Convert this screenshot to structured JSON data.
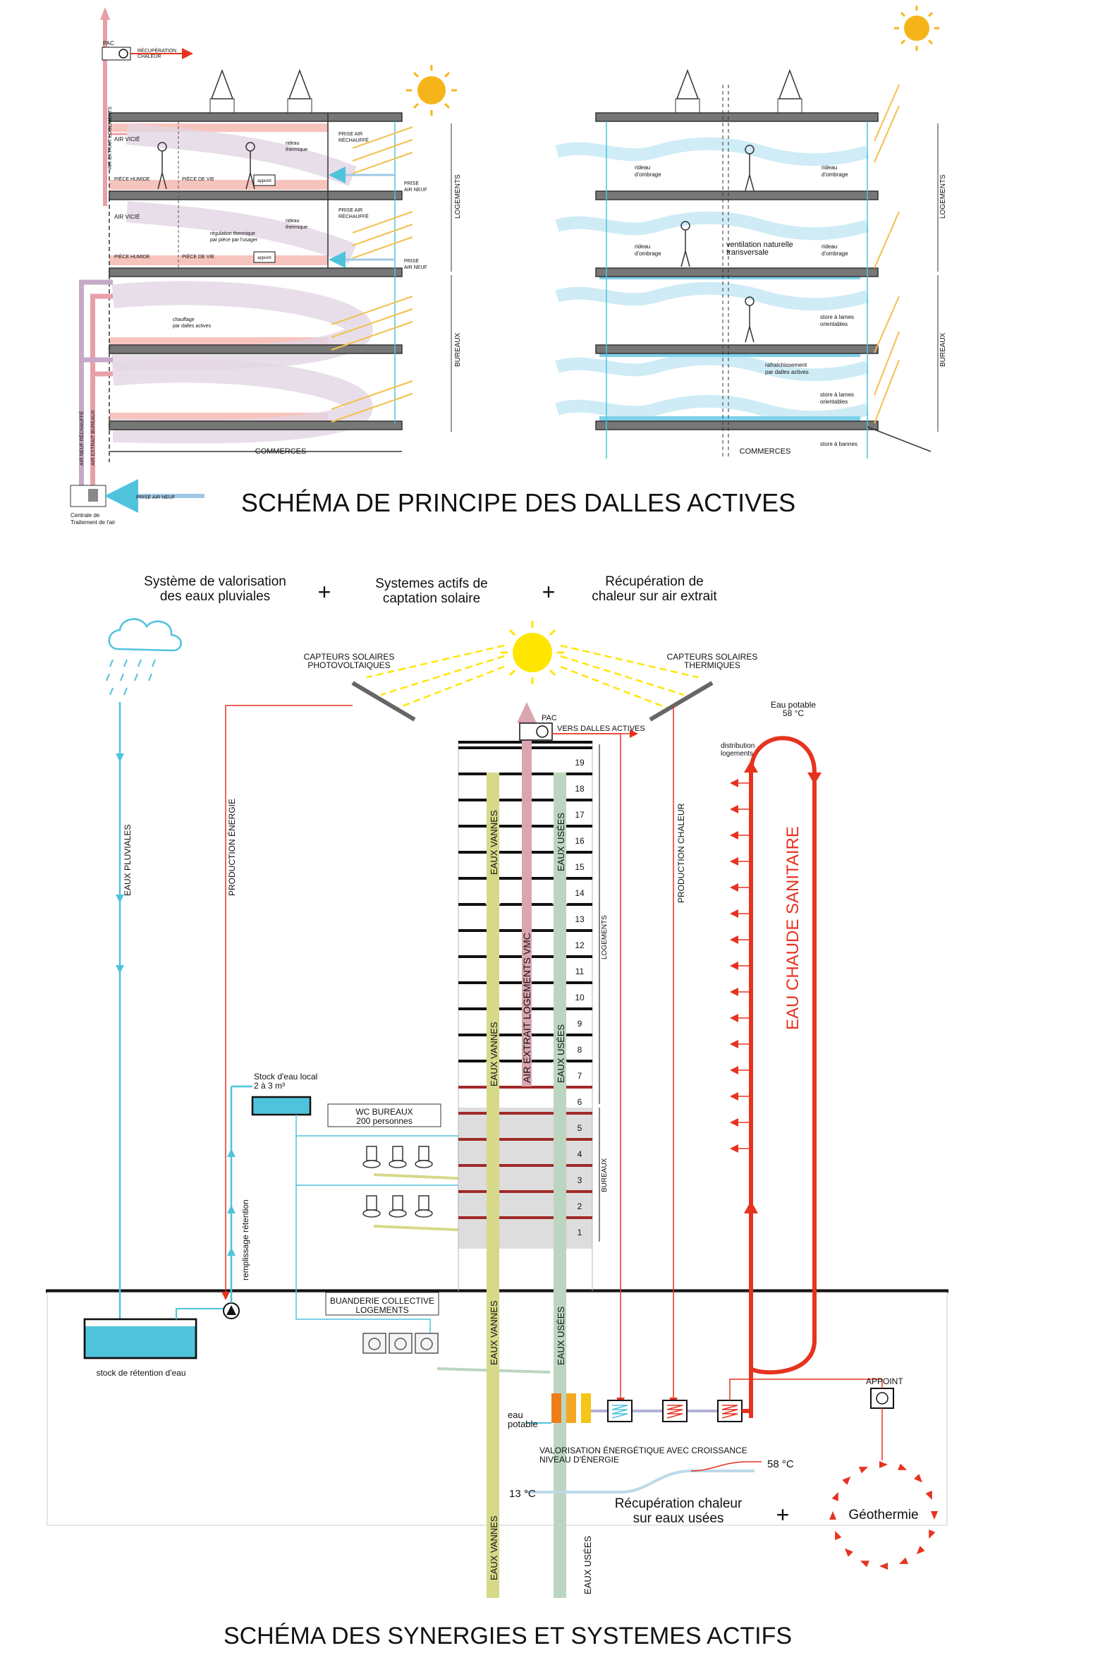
{
  "section1": {
    "title": "SCHÉMA DE PRINCIPE DES DALLES ACTIVES",
    "left": {
      "pac": "PAC",
      "recup": [
        "RÉCUPÉRATION",
        "CHALEUR"
      ],
      "air_extrait_logements": "AIR EXTRAIT LOGEMENTS",
      "air_vicie": "AIR VICIÉ",
      "piece_humide": "PIÈCE HUMIDE",
      "piece_de_vie": "PIÈCE DE VIE",
      "rideau_thermique": [
        "rideau",
        "thermique"
      ],
      "appoint": "appoint",
      "prise_air_rechauffe_1": [
        "PRISE AIR",
        "RÉCHAUFFÉ"
      ],
      "prise_air_rechauffe_2": [
        "PRISE AIR",
        "RÉCHAUFFÉ"
      ],
      "prise_air_neuf": [
        "PRISE",
        "AIR NEUF"
      ],
      "regulation": [
        "régulation thermique",
        "par pièce par l'usager"
      ],
      "chauffage": [
        "chauffage",
        "par dalles actives"
      ],
      "commerces": "COMMERCES",
      "air_neuf_rechauffe": "AIR NEUF RÉCHAUFFÉ",
      "air_extrait_bureaux": "AIR EXTRAIT BUREAUX",
      "prise_air_neuf_bottom": "PRISE AIR NEUF",
      "centrale": [
        "Centrale de",
        "Traitement de l'air"
      ],
      "logements": "LOGEMENTS",
      "bureaux": "BUREAUX"
    },
    "right": {
      "rideau_ombrage": [
        "rideau",
        "d'ombrage"
      ],
      "ventilation": [
        "ventilation naturelle",
        "transversale"
      ],
      "store_lames": [
        "store à lames",
        "orientables"
      ],
      "rafraichissement": [
        "rafraîchissement",
        "par dalles actives"
      ],
      "store_bannes": "store à bannes",
      "commerces": "COMMERCES",
      "logements": "LOGEMENTS",
      "bureaux": "BUREAUX"
    }
  },
  "section2": {
    "title": "SCHÉMA DES SYNERGIES ET SYSTEMES ACTIFS",
    "header": {
      "sys1": [
        "Système de valorisation",
        "des eaux pluviales"
      ],
      "sys2": [
        "Systemes actifs de",
        "captation solaire"
      ],
      "sys3": [
        "Récupération de",
        "chaleur sur air extrait"
      ],
      "plus": "+"
    },
    "capteurs_pv": [
      "CAPTEURS SOLAIRES",
      "PHOTOVOLTAIQUES"
    ],
    "capteurs_th": [
      "CAPTEURS SOLAIRES",
      "THERMIQUES"
    ],
    "pac": "PAC",
    "vers_dalles": "VERS DALLES ACTIVES",
    "eaux_pluviales": "EAUX PLUVIALES",
    "production_energie": "PRODUCTION ÉNERGIE",
    "production_chaleur": "PRODUCTION CHALEUR",
    "eaux_vannes": "EAUX VANNES",
    "eaux_usees": "EAUX USÉES",
    "air_extrait_vmc": "AIR EXTRAIT LOGEMENTS VMC",
    "floors": [
      "19",
      "18",
      "17",
      "16",
      "15",
      "14",
      "13",
      "12",
      "11",
      "10",
      "9",
      "8",
      "7",
      "6",
      "5",
      "4",
      "3",
      "2",
      "1"
    ],
    "logements": "LOGEMENTS",
    "bureaux": "BUREAUX",
    "eau_potable_58": [
      "Eau potable",
      "58 °C"
    ],
    "distribution_logements": [
      "distribution",
      "logements"
    ],
    "eau_chaude_sanitaire": "EAU CHAUDE SANITAIRE",
    "stock_local": [
      "Stock d'eau local",
      "2 à 3 m³"
    ],
    "wc_bureaux": [
      "WC BUREAUX",
      "200 personnes"
    ],
    "remplissage": "remplissage rétention",
    "buanderie": [
      "BUANDERIE COLLECTIVE",
      "LOGEMENTS"
    ],
    "stock_retention": "stock de rétention d'eau",
    "eau_potable": [
      "eau",
      "potable"
    ],
    "valorisation": [
      "VALORISATION ÉNERGÉTIQUE AVEC CROISSANCE",
      "NIVEAU D'ÉNERGIE"
    ],
    "temp_low": "13 °C",
    "temp_high": "58 °C",
    "recup_eaux_usees": [
      "Récupération chaleur",
      "sur eaux usées"
    ],
    "appoint": "APPOINT",
    "geothermie": "Géothermie"
  },
  "colors": {
    "red": "#e63320",
    "cyan": "#4fc3dc",
    "yellow": "#f5c518",
    "olive": "#d6d98a",
    "sage": "#bcd5bf",
    "pink": "#d9a6b0",
    "mauve": "#c6a9c7",
    "grey": "#cfcfcf"
  }
}
